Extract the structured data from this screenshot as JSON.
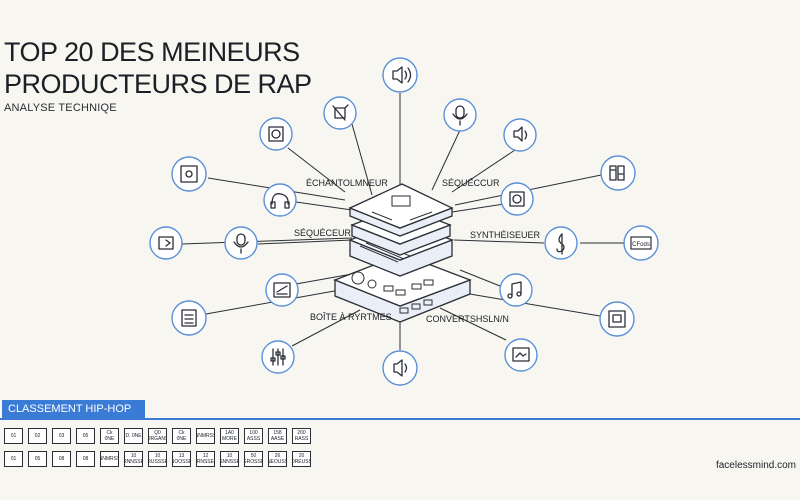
{
  "title": {
    "line1": "TOP 20 DES MEINEURS",
    "line2": "PRODUCTEURS DE RAP",
    "subtitle": "ANALYSE TECHNIQE"
  },
  "diagram": {
    "labels": {
      "echantillonneur": "ÉCHANTOLMNEUR",
      "sequenceur_top": "SÉQUÉCCUR",
      "sequenceur_left": "SÉQUÉCEUR",
      "synthetiseur": "SYNTHÉISEUER",
      "boite_a_rythmes": "BOÎTE À RYRTMES",
      "convertisseur": "CONVERTSHSLN/N"
    },
    "nodes": [
      {
        "icon": "speaker-icon"
      },
      {
        "icon": "sampler-icon"
      },
      {
        "icon": "microphone-icon"
      },
      {
        "icon": "record-player-icon"
      },
      {
        "icon": "speaker-icon"
      },
      {
        "icon": "turntable-icon"
      },
      {
        "icon": "headphones-icon"
      },
      {
        "icon": "equalizer-icon"
      },
      {
        "icon": "vinyl-icon"
      },
      {
        "icon": "camera-icon"
      },
      {
        "icon": "microphone-icon"
      },
      {
        "icon": "treble-clef-icon"
      },
      {
        "icon": "display-icon"
      },
      {
        "icon": "mixer-icon"
      },
      {
        "icon": "music-note-icon"
      },
      {
        "icon": "notepad-icon"
      },
      {
        "icon": "document-icon"
      },
      {
        "icon": "faders-icon"
      },
      {
        "icon": "speaker-box-icon"
      },
      {
        "icon": "screen-icon"
      }
    ],
    "display_icon_text": "CFods",
    "colors": {
      "accent": "#3a7bd5",
      "node_stroke": "#5b8fd6",
      "ink": "#2a2f36"
    }
  },
  "ranking": {
    "title": "CLASSEMENT HIP-HOP",
    "row1": [
      "01",
      "02",
      "03",
      "05",
      "Ck 0NE",
      "D. 0NE",
      "Q0 ORGANS",
      "Ck 0NE",
      "TRNNMRSSSE",
      "1A0 MORE",
      "100 ASSS",
      "158 AASE",
      "200 RASS"
    ],
    "row2": [
      "01",
      "05",
      "08",
      "08",
      "TRNNMRSSSE",
      "10 RNNSSE",
      "10 RUSSSE",
      "13 NOOSSE",
      "12 FRNSSES",
      "10 SNNSSE",
      "50 GROSSE",
      "26 NEOUSS",
      "20 DREUSS"
    ]
  },
  "brand": "facelessmind.com"
}
